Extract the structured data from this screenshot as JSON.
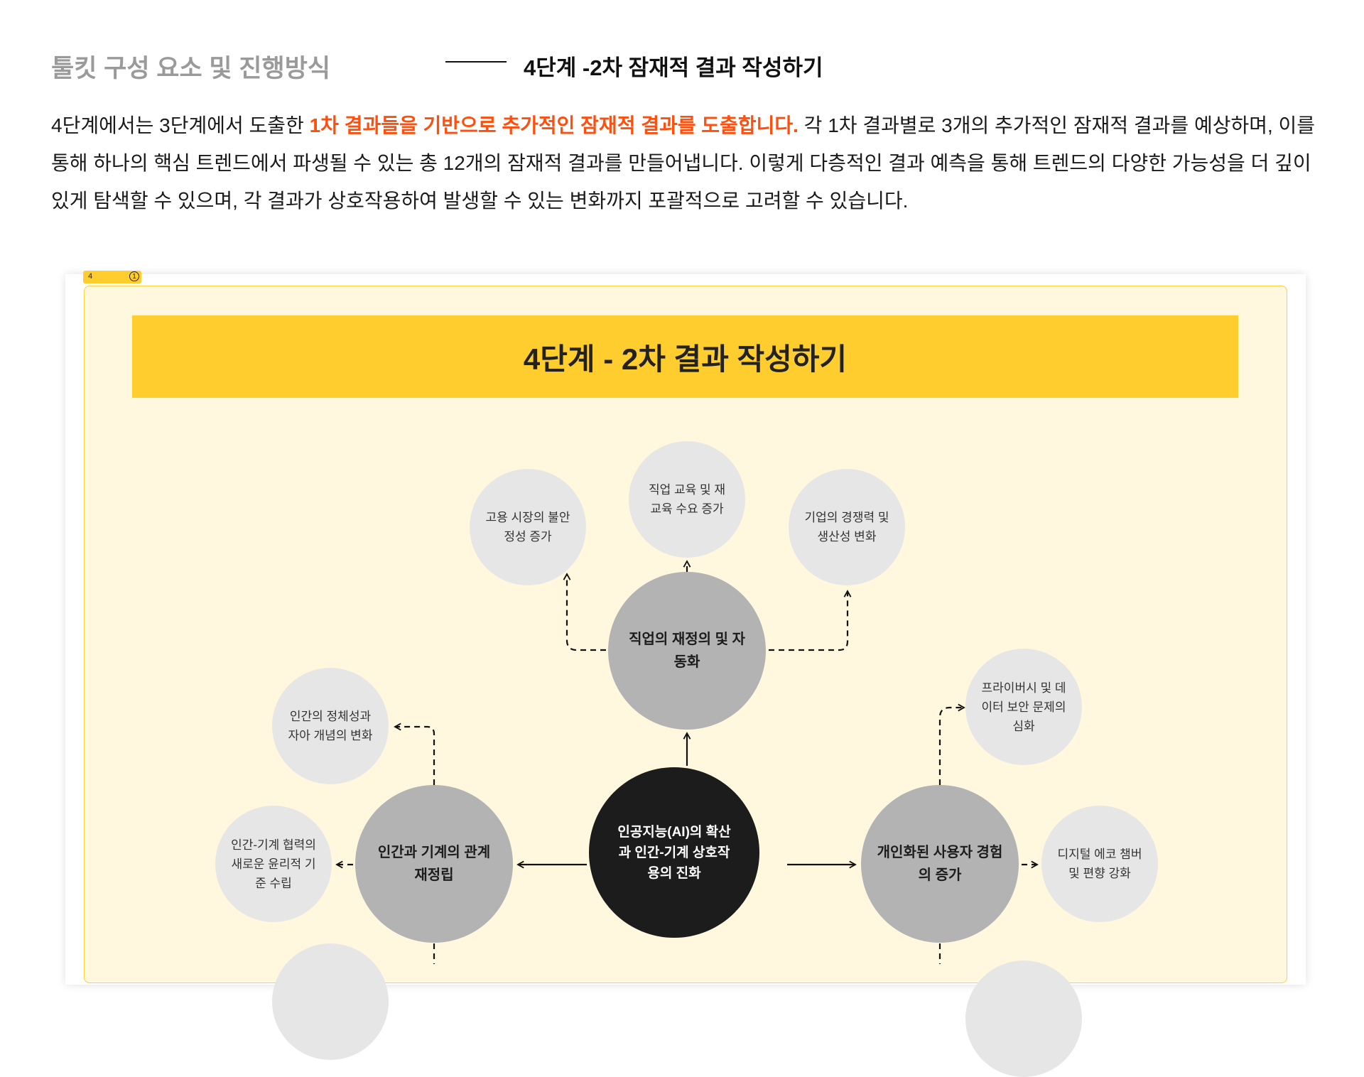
{
  "header": {
    "breadcrumb": "툴킷 구성 요소 및 진행방식",
    "step_title": "4단계 -2차 잠재적 결과 작성하기"
  },
  "intro": {
    "part1": "4단계에서는 3단계에서 도출한 ",
    "highlight": "1차 결과들을 기반으로 추가적인 잠재적 결과를 도출합니다.",
    "part2": " 각 1차 결과별로 3개의 추가적인 잠재적 결과를 예상하며, 이를 통해 하나의 핵심 트렌드에서 파생될 수 있는 총 12개의 잠재적 결과를 만들어냅니다. 이렇게 다층적인 결과 예측을 통해 트렌드의 다양한 가능성을 더 깊이 있게 탐색할 수 있으며, 각 결과가 상호작용하여 발생할 수 있는 변화까지 포괄적으로 고려할 수 있습니다."
  },
  "frame": {
    "tag": "4",
    "badge": "1"
  },
  "board": {
    "banner_title": "4단계 - 2차 결과 작성하기"
  },
  "colors": {
    "accent": "#ff4f0f",
    "banner": "#ffcd2e",
    "board_bg": "#fff7de",
    "center_node": "#1c1c1c",
    "primary_node": "#b3b3b3",
    "secondary_node": "#e6e6e6"
  },
  "diagram": {
    "center": "인공지능(AI)의 확산과 인간-기계 상호작용의 진화",
    "top": {
      "label": "직업의 재정의 및 자동화",
      "outcomes": [
        "고용 시장의 불안정성 증가",
        "직업 교육 및 재교육 수요 증가",
        "기업의 경쟁력 및 생산성 변화"
      ]
    },
    "left": {
      "label": "인간과 기계의 관계 재정립",
      "outcomes": [
        "인간의 정체성과 자아 개념의 변화",
        "인간-기계 협력의 새로운 윤리적 기준 수립"
      ]
    },
    "right": {
      "label": "개인화된 사용자 경험의 증가",
      "outcomes": [
        "프라이버시 및 데이터 보안 문제의 심화",
        "디지털 에코 챔버 및 편향 강화"
      ]
    }
  }
}
